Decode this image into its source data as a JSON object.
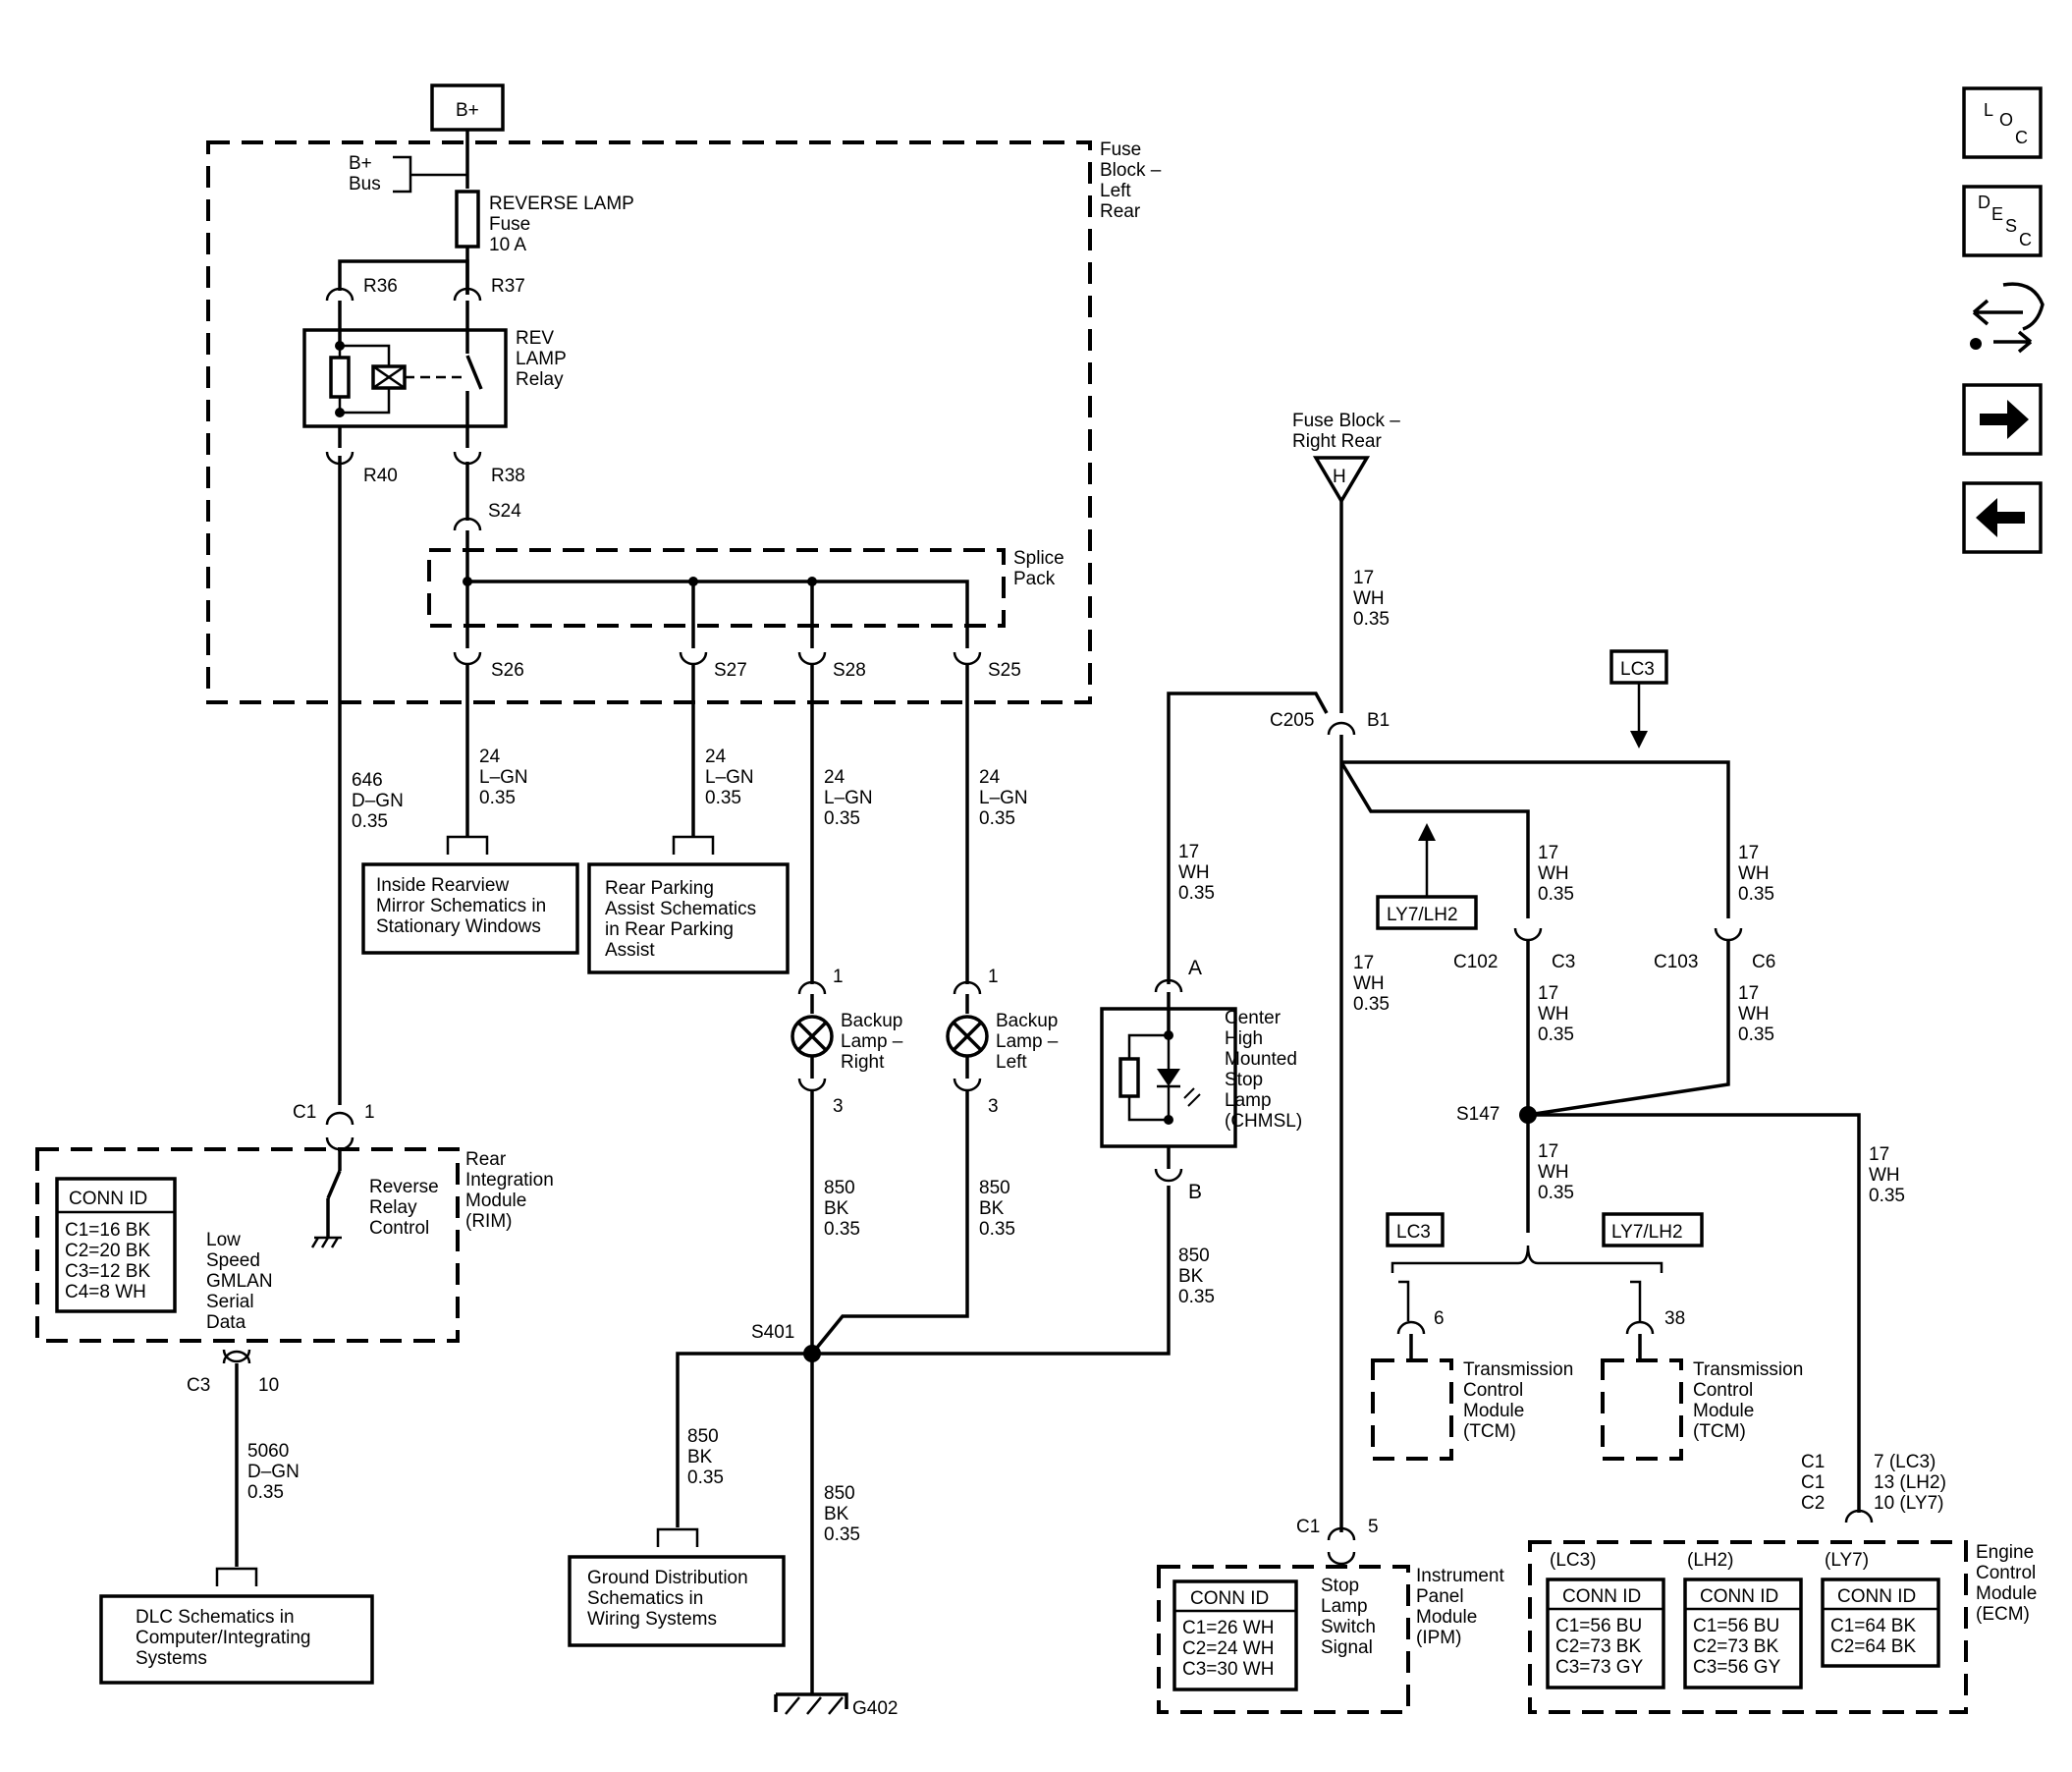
{
  "power": {
    "label": "B+",
    "bus": [
      "B+",
      "Bus"
    ]
  },
  "fuse_block_lr": {
    "label": [
      "Fuse",
      "Block –",
      "Left",
      "Rear"
    ]
  },
  "fuse": {
    "label": [
      "REVERSE LAMP",
      "Fuse",
      "10 A"
    ]
  },
  "relay": {
    "label": [
      "REV",
      "LAMP",
      "Relay"
    ],
    "pins": {
      "r36": "R36",
      "r37": "R37",
      "r40": "R40",
      "r38": "R38"
    }
  },
  "splice_pack": {
    "label": [
      "Splice",
      "Pack"
    ],
    "in": "S24",
    "outs": [
      "S26",
      "S27",
      "S28",
      "S25"
    ]
  },
  "wires": {
    "w646": [
      "646",
      "D–GN",
      "0.35"
    ],
    "w24a": [
      "24",
      "L–GN",
      "0.35"
    ],
    "w24b": [
      "24",
      "L–GN",
      "0.35"
    ],
    "w24c": [
      "24",
      "L–GN",
      "0.35"
    ],
    "w24d": [
      "24",
      "L–GN",
      "0.35"
    ],
    "w850a": [
      "850",
      "BK",
      "0.35"
    ],
    "w850b": [
      "850",
      "BK",
      "0.35"
    ],
    "w850c": [
      "850",
      "BK",
      "0.35"
    ],
    "w850d": [
      "850",
      "BK",
      "0.35"
    ],
    "w850e": [
      "850",
      "BK",
      "0.35"
    ],
    "w5060": [
      "5060",
      "D–GN",
      "0.35"
    ],
    "w17a": [
      "17",
      "WH",
      "0.35"
    ],
    "w17b": [
      "17",
      "WH",
      "0.35"
    ],
    "w17c": [
      "17",
      "WH",
      "0.35"
    ],
    "w17d": [
      "17",
      "WH",
      "0.35"
    ],
    "w17e": [
      "17",
      "WH",
      "0.35"
    ],
    "w17f": [
      "17",
      "WH",
      "0.35"
    ],
    "w17g": [
      "17",
      "WH",
      "0.35"
    ],
    "w17h": [
      "17",
      "WH",
      "0.35"
    ],
    "w17i": [
      "17",
      "WH",
      "0.35"
    ]
  },
  "refs": {
    "mirror": [
      "Inside Rearview",
      "Mirror Schematics in",
      "Stationary Windows"
    ],
    "park": [
      "Rear Parking",
      "Assist Schematics",
      "in Rear Parking",
      "Assist"
    ],
    "ground": [
      "Ground Distribution",
      "Schematics in",
      "Wiring Systems"
    ],
    "dlc": [
      "DLC Schematics in",
      "Computer/Integrating",
      "Systems"
    ]
  },
  "lamps": {
    "right": {
      "label": [
        "Backup",
        "Lamp –",
        "Right"
      ],
      "pin_top": "1",
      "pin_bot": "3"
    },
    "left": {
      "label": [
        "Backup",
        "Lamp –",
        "Left"
      ],
      "pin_top": "1",
      "pin_bot": "3"
    },
    "chmsl": {
      "label": [
        "Center",
        "High",
        "Mounted",
        "Stop",
        "Lamp",
        "(CHMSL)"
      ],
      "pin_top": "A",
      "pin_bot": "B"
    }
  },
  "rim": {
    "label": [
      "Rear",
      "Integration",
      "Module",
      "(RIM)"
    ],
    "conn_title": "CONN ID",
    "conn": [
      "C1=16 BK",
      "C2=20 BK",
      "C3=12 BK",
      "C4=8 WH"
    ],
    "relay_ctrl": [
      "Reverse",
      "Relay",
      "Control"
    ],
    "gmlan": [
      "Low",
      "Speed",
      "GMLAN",
      "Serial",
      "Data"
    ],
    "c1": "C1",
    "c1pin": "1",
    "c3": "C3",
    "c3pin": "10"
  },
  "splices": {
    "s401": "S401",
    "s147": "S147",
    "g402": "G402"
  },
  "fuse_block_rr": {
    "label": [
      "Fuse Block –",
      "Right Rear"
    ],
    "terminal": "H"
  },
  "c205": {
    "conn": "C205",
    "pin": "B1"
  },
  "c102": {
    "conn": "C102",
    "pin": "C3"
  },
  "c103": {
    "conn": "C103",
    "pin": "C6"
  },
  "options": {
    "lc3": "LC3",
    "ly7lh2": "LY7/LH2"
  },
  "tcm": {
    "label": [
      "Transmission",
      "Control",
      "Module",
      "(TCM)"
    ],
    "pin_a": "6",
    "pin_b": "38"
  },
  "ipm": {
    "label": [
      "Instrument",
      "Panel",
      "Module",
      "(IPM)"
    ],
    "conn_title": "CONN ID",
    "conn": [
      "C1=26 WH",
      "C2=24 WH",
      "C3=30 WH"
    ],
    "signal": [
      "Stop",
      "Lamp",
      "Switch",
      "Signal"
    ],
    "c1": "C1",
    "pin": "5"
  },
  "ecm": {
    "label": [
      "Engine",
      "Control",
      "Module",
      "(ECM)"
    ],
    "conn_labels": [
      "C1",
      "C1",
      "C2"
    ],
    "pins": [
      "7 (LC3)",
      "13 (LH2)",
      "10 (LY7)"
    ],
    "variants": [
      {
        "title": "(LC3)",
        "conn_title": "CONN ID",
        "conn": [
          "C1=56 BU",
          "C2=73 BK",
          "C3=73 GY"
        ]
      },
      {
        "title": "(LH2)",
        "conn_title": "CONN ID",
        "conn": [
          "C1=56 BU",
          "C2=73 BK",
          "C3=56 GY"
        ]
      },
      {
        "title": "(LY7)",
        "conn_title": "CONN ID",
        "conn": [
          "C1=64 BK",
          "C2=64 BK"
        ]
      }
    ]
  },
  "nav": {
    "loc": [
      "L",
      "O",
      "C"
    ],
    "desc": [
      "D",
      "E",
      "S",
      "C"
    ],
    "icons": [
      "connector-swap-icon",
      "arrow-right-icon",
      "arrow-left-icon"
    ]
  }
}
